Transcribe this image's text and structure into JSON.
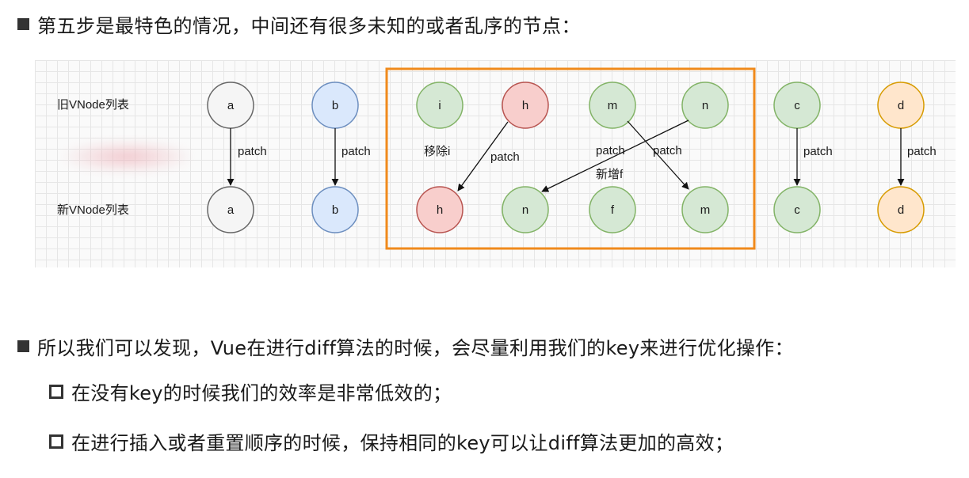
{
  "heading": "第五步是最特色的情况，中间还有很多未知的或者乱序的节点：",
  "diagram": {
    "old_row_label": "旧VNode列表",
    "new_row_label": "新VNode列表",
    "old_nodes": [
      {
        "label": "a",
        "color": "gray"
      },
      {
        "label": "b",
        "color": "blue"
      },
      {
        "label": "i",
        "color": "green"
      },
      {
        "label": "h",
        "color": "red"
      },
      {
        "label": "m",
        "color": "green"
      },
      {
        "label": "n",
        "color": "green"
      },
      {
        "label": "c",
        "color": "green"
      },
      {
        "label": "d",
        "color": "orange"
      }
    ],
    "new_nodes": [
      {
        "label": "a",
        "color": "gray"
      },
      {
        "label": "b",
        "color": "blue"
      },
      {
        "label": "h",
        "color": "red"
      },
      {
        "label": "n",
        "color": "green"
      },
      {
        "label": "f",
        "color": "green"
      },
      {
        "label": "m",
        "color": "green"
      },
      {
        "label": "c",
        "color": "green"
      },
      {
        "label": "d",
        "color": "orange"
      }
    ],
    "edge_label": "patch",
    "remove_label": "移除i",
    "add_label": "新增f",
    "colors": {
      "gray": {
        "fill": "#f5f5f5",
        "stroke": "#666666"
      },
      "blue": {
        "fill": "#dae8fc",
        "stroke": "#6c8ebf"
      },
      "green": {
        "fill": "#d5e8d4",
        "stroke": "#82b366"
      },
      "red": {
        "fill": "#f8cecc",
        "stroke": "#b85450"
      },
      "orange": {
        "fill": "#ffe6cc",
        "stroke": "#d79b00"
      },
      "highlight_box": "#f08a1c"
    }
  },
  "bullets": {
    "main": "所以我们可以发现，Vue在进行diff算法的时候，会尽量利用我们的key来进行优化操作：",
    "sub1": "在没有key的时候我们的效率是非常低效的；",
    "sub2": "在进行插入或者重置顺序的时候，保持相同的key可以让diff算法更加的高效；"
  }
}
